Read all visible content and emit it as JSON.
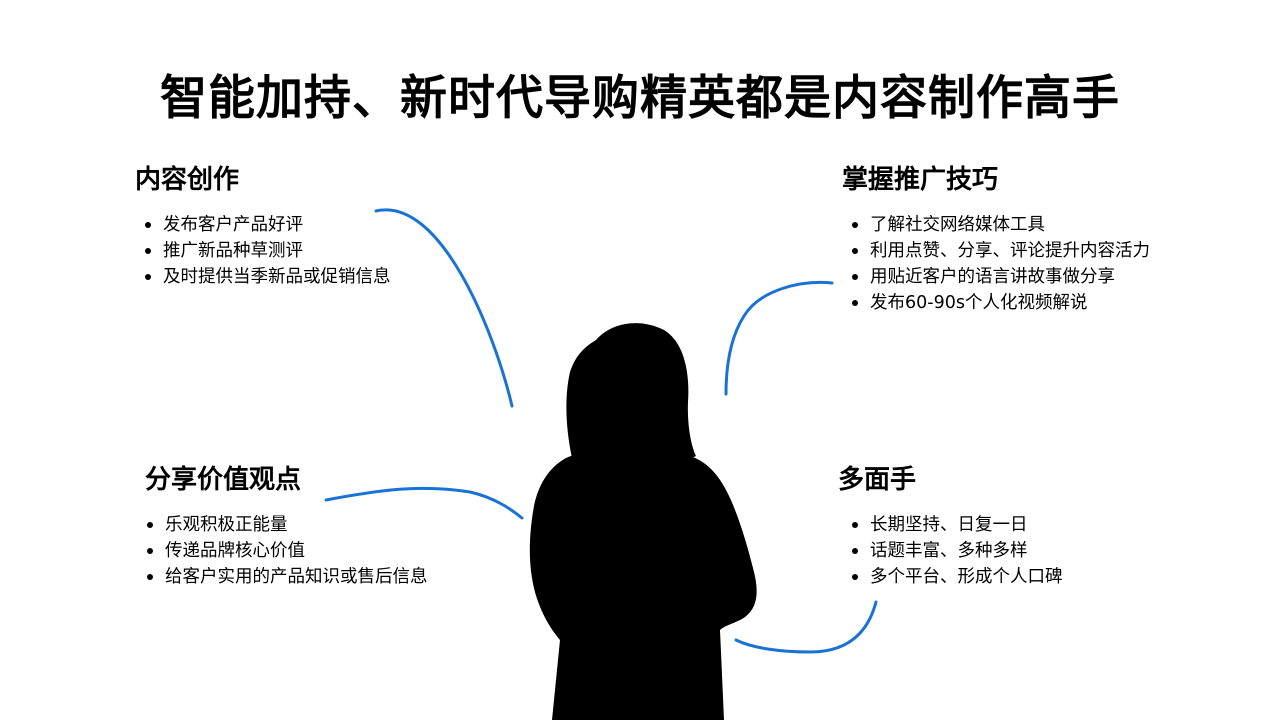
{
  "title": "智能加持、新时代导购精英都是内容制作高手",
  "sections": {
    "content_creation": {
      "title": "内容创作",
      "items": [
        "发布客户产品好评",
        "推广新品种草测评",
        "及时提供当季新品或促销信息"
      ]
    },
    "promotion_skills": {
      "title": "掌握推广技巧",
      "items": [
        "了解社交网络媒体工具",
        "利用点赞、分享、评论提升内容活力",
        "用贴近客户的语言讲故事做分享",
        "发布60-90s个人化视频解说"
      ]
    },
    "share_values": {
      "title": "分享价值观点",
      "items": [
        "乐观积极正能量",
        "传递品牌核心价值",
        "给客户实用的产品知识或售后信息"
      ]
    },
    "versatile": {
      "title": "多面手",
      "items": [
        "长期坚持、日复一日",
        "话题丰富、多种多样",
        "多个平台、形成个人口碑"
      ]
    }
  },
  "colors": {
    "connector": "#1a73d4",
    "silhouette": "#000000",
    "text": "#000000",
    "background": "#ffffff"
  },
  "icons": {
    "figure": "woman-silhouette-icon"
  }
}
